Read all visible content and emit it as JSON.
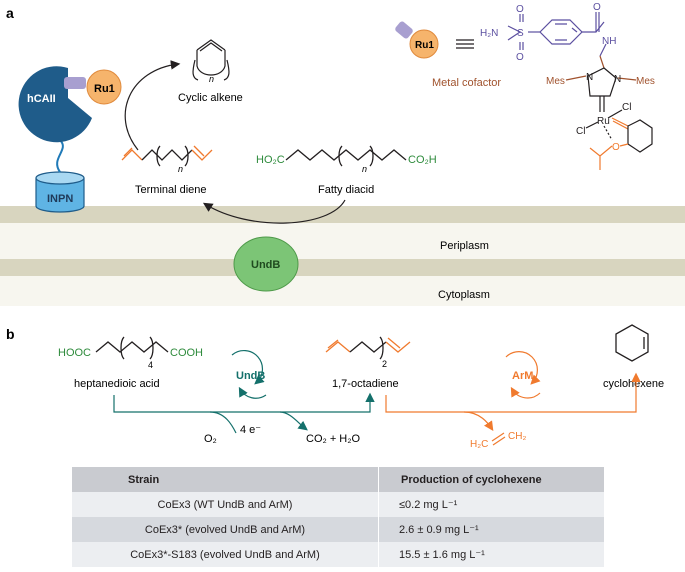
{
  "panel_a": {
    "label": "a",
    "hcaii": "hCAII",
    "ru1": "Ru1",
    "ru1_legend": "Ru1",
    "cyclic_alkene": "Cyclic alkene",
    "n_cyclic": "n",
    "terminal_diene": "Terminal diene",
    "n_diene": "n",
    "fatty_diacid": "Fatty diacid",
    "n_diacid": "n",
    "ho2c": "HO₂C",
    "co2h": "CO₂H",
    "inpn": "INPN",
    "undb": "UndB",
    "periplasm": "Periplasm",
    "cytoplasm": "Cytoplasm",
    "metal_cofactor": "Metal cofactor",
    "h2n": "H₂N",
    "s": "S",
    "o1": "O",
    "o2": "O",
    "o3": "O",
    "nh": "NH",
    "n1": "N",
    "n2": "N",
    "mes1": "Mes",
    "mes2": "Mes",
    "ru": "Ru",
    "cl1": "Cl",
    "cl2": "Cl",
    "o_ring": "O"
  },
  "panel_b": {
    "label": "b",
    "hooc": "HOOC",
    "cooh": "COOH",
    "sub4": "4",
    "heptanedioic": "heptanedioic acid",
    "undb": "UndB",
    "octadiene": "1,7-octadiene",
    "sub2": "2",
    "arm": "ArM",
    "cyclohexene": "cyclohexene",
    "o2": "O₂",
    "electrons": "4 e⁻",
    "products": "CO₂ + H₂O",
    "h2c": "H₂C",
    "ch2": "CH₂"
  },
  "table": {
    "headers": [
      "Strain",
      "Production of cyclohexene"
    ],
    "rows": [
      [
        "CoEx3 (WT UndB and ArM)",
        "≤0.2 mg L⁻¹"
      ],
      [
        "CoEx3* (evolved UndB and ArM)",
        "2.6 ± 0.9 mg L⁻¹"
      ],
      [
        "CoEx3*-S183 (evolved UndB and ArM)",
        "15.5 ± 1.6 mg L⁻¹"
      ]
    ]
  },
  "colors": {
    "hcaii": "#1f5c8a",
    "ru1": "#f6b46c",
    "linker": "#a89fd0",
    "membrane": "#d8d5bf",
    "undb": "#7cc576",
    "green_text": "#2e8b3c",
    "orange": "#f07a2e",
    "teal": "#14706b",
    "cofactor_brown": "#a0522d",
    "cofactor_purple": "#5b4fa0"
  }
}
